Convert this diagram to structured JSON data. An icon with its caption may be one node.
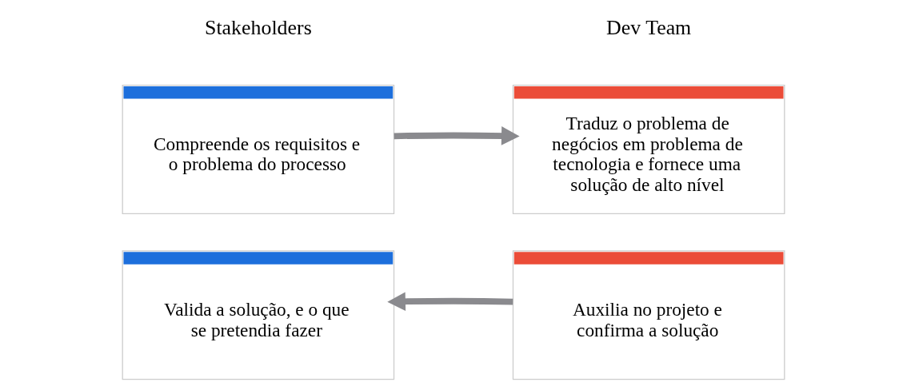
{
  "diagram": {
    "nodes": [
      {
        "text": [
          "Compreende os requisitos e o problema do processo"
        ]
      },
      {
        "text": [
          "Traduz o problema de negócios em problema de tecnologia e fornece uma solução de alto nível"
        ]
      },
      {
        "text": [
          "Valida a solução, e o que se pretendia fazer"
        ]
      },
      {
        "text": [
          "Auxilia no projeto e confirma a solução"
        ]
      }
    ],
    "edges": [
      {
        "from": 0,
        "to": 1,
        "arrow": "to"
      },
      {
        "from": 3,
        "to": 2,
        "arrow": "to"
      }
    ],
    "labels": [
      "Stakeholders",
      "Dev Team"
    ]
  }
}
